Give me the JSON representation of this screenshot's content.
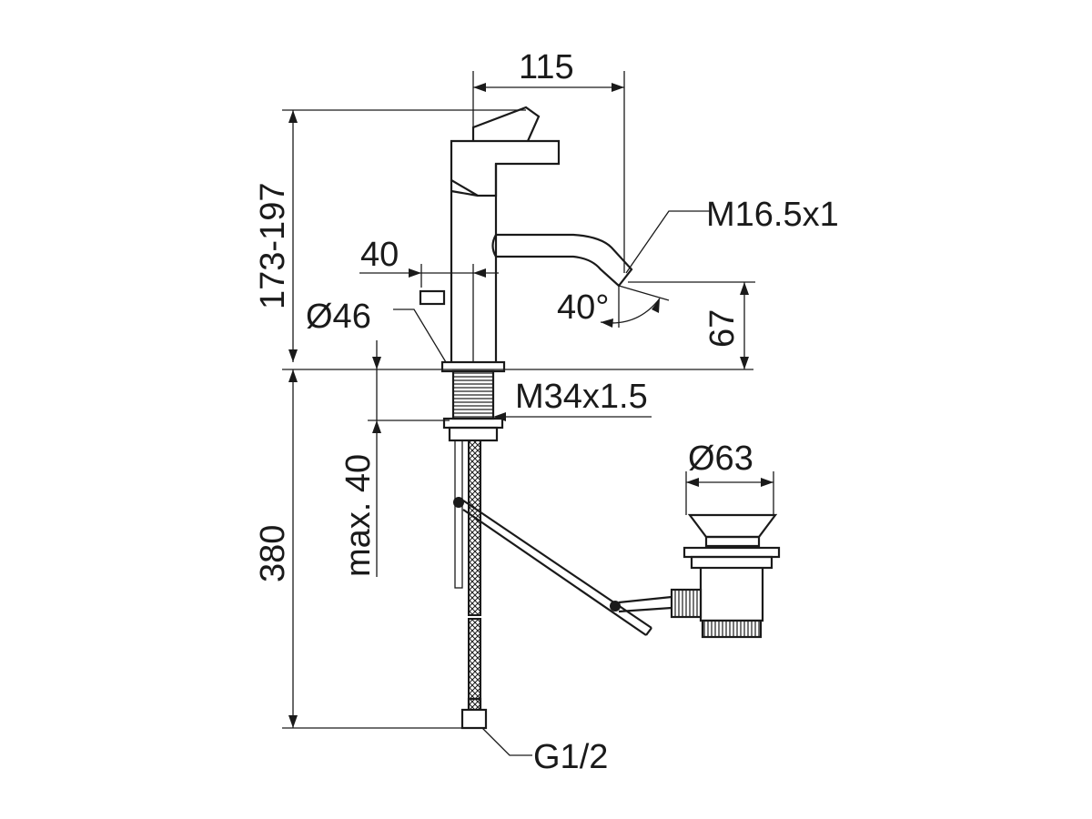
{
  "labels": {
    "width_115": "115",
    "height_173_197": "173-197",
    "dim_40": "40",
    "dia_46": "Ø46",
    "thread_m16": "M16.5x1",
    "angle_40": "40°",
    "height_67": "67",
    "thread_m34": "M34x1.5",
    "max_40": "max. 40",
    "height_380": "380",
    "dia_63": "Ø63",
    "thread_g12": "G1/2"
  }
}
